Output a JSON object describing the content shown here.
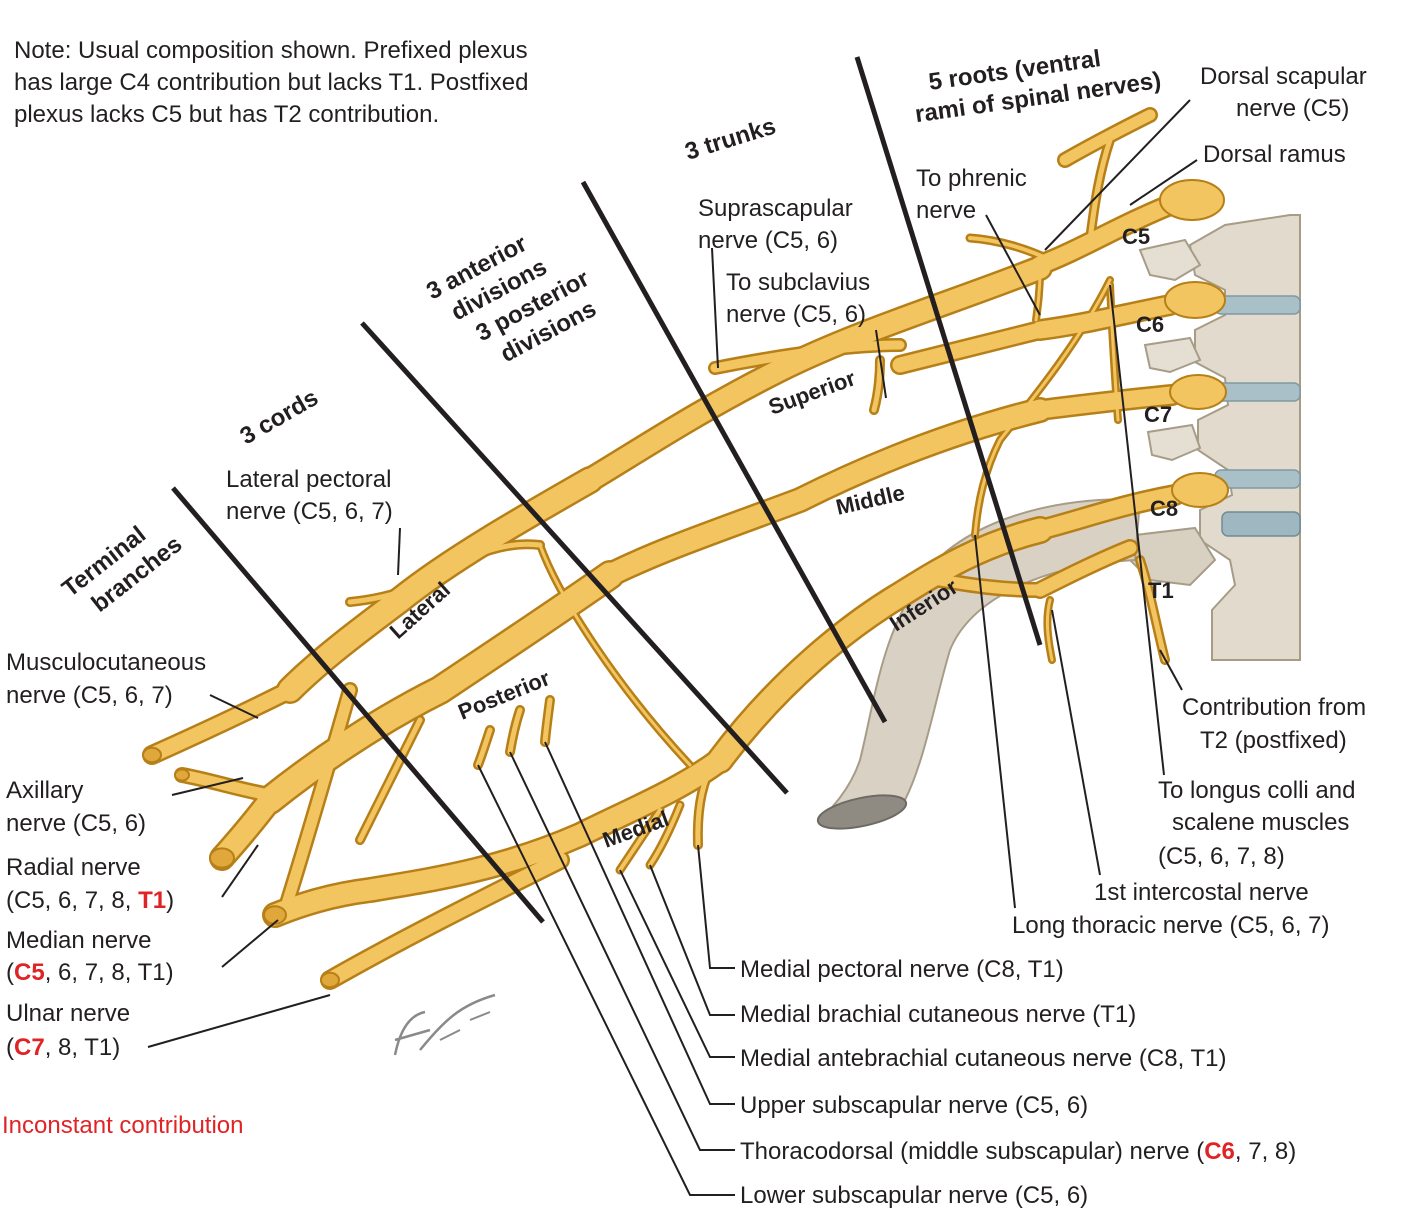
{
  "note": [
    "Note: Usual composition shown. Prefixed plexus",
    "has large C4 contribution but lacks T1. Postfixed",
    "plexus lacks C5 but has T2 contribution."
  ],
  "headers": {
    "roots": [
      "5 roots (ventral",
      "rami of  spinal nerves)"
    ],
    "trunks": "3 trunks",
    "divisions": [
      "3 anterior",
      "divisions",
      "3 posterior",
      "divisions"
    ],
    "cords": "3 cords",
    "terminal": [
      "Terminal",
      "branches"
    ]
  },
  "roots": [
    "C5",
    "C6",
    "C7",
    "C8",
    "T1"
  ],
  "trunks": [
    "Superior",
    "Middle",
    "Inferior"
  ],
  "cords": [
    "Lateral",
    "Posterior",
    "Medial"
  ],
  "right_labels": {
    "dorsal_scapular": [
      "Dorsal scapular",
      "nerve (C5)"
    ],
    "dorsal_ramus": "Dorsal ramus",
    "phrenic": [
      "To phrenic",
      "nerve"
    ],
    "suprascapular": [
      "Suprascapular",
      "nerve (C5, 6)"
    ],
    "subclavius": [
      "To subclavius",
      "nerve (C5, 6)"
    ],
    "lateral_pectoral": [
      "Lateral pectoral",
      "nerve (C5, 6, 7)"
    ],
    "contribution_t2": [
      "Contribution from",
      "T2 (postfixed)"
    ],
    "longus_colli": [
      "To longus colli and",
      "scalene muscles",
      "(C5, 6, 7,  8)"
    ],
    "first_intercostal": "1st intercostal nerve",
    "long_thoracic": "Long thoracic nerve (C5, 6, 7)"
  },
  "left_labels": {
    "musculocutaneous": [
      "Musculocutaneous",
      "nerve (C5, 6, 7)"
    ],
    "axillary": [
      "Axillary",
      "nerve (C5, 6)"
    ],
    "radial": {
      "line1": "Radial nerve",
      "pre": "(C5, 6, 7,  8, ",
      "red": "T1",
      "post": ")"
    },
    "median": {
      "line1": "Median nerve",
      "pre": "(",
      "red": "C5",
      "post": ", 6, 7,  8, T1)"
    },
    "ulnar": {
      "line1": "Ulnar nerve",
      "pre": "(",
      "red": "C7",
      "post": ", 8, T1)"
    }
  },
  "bottom_labels": {
    "medial_pectoral": "Medial pectoral nerve (C8, T1)",
    "medial_brachial": "Medial brachial cutaneous nerve (T1)",
    "medial_antebrachial": "Medial antebrachial cutaneous nerve  (C8, T1)",
    "upper_subscapular": "Upper subscapular nerve (C5, 6)",
    "thoracodorsal": {
      "pre": "Thoracodorsal (middle subscapular) nerve (",
      "red": "C6",
      "post": ", 7,  8)"
    },
    "lower_subscapular": "Lower subscapular nerve (C5, 6)"
  },
  "legend": "Inconstant contribution",
  "colors": {
    "text": "#231f20",
    "highlight_red": "#e02426",
    "nerve_fill": "#f3c560",
    "nerve_edge": "#b77f17",
    "bone": "#d9d2c4",
    "bone_edge": "#a79c87",
    "disc": "#9fb7c1"
  }
}
